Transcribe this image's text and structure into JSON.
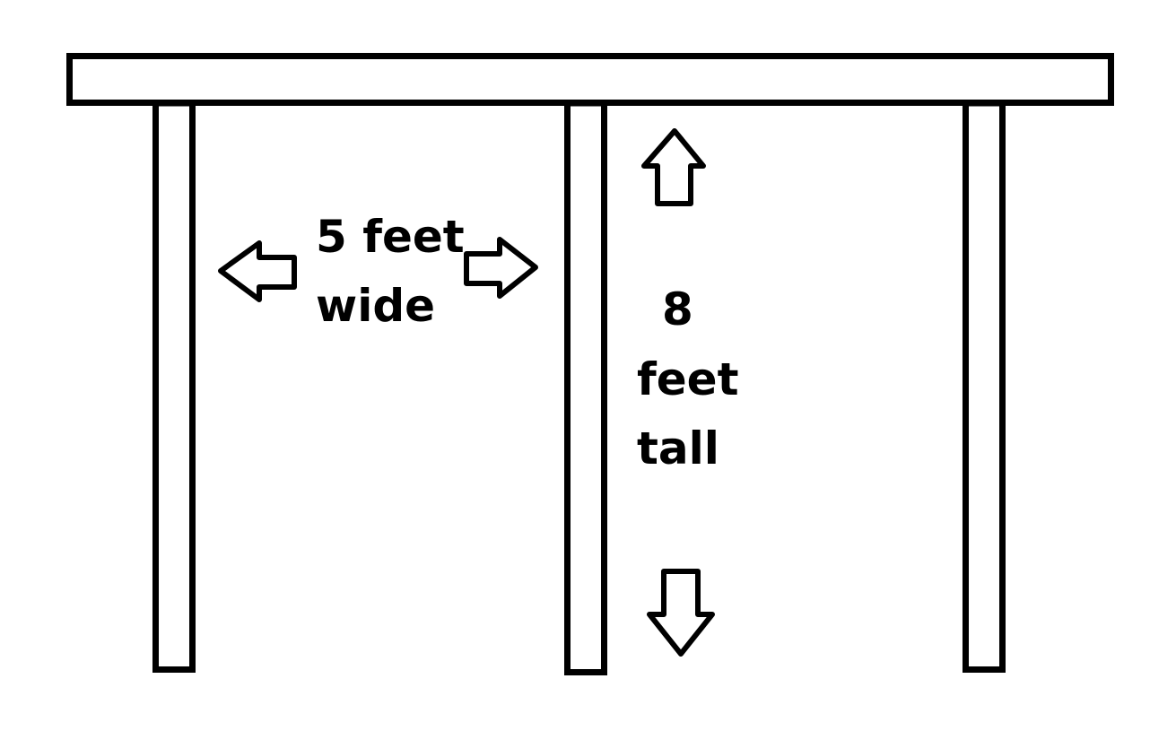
{
  "diagram": {
    "type": "structure-dimension-sketch",
    "colors": {
      "stroke": "#000000",
      "background": "#ffffff"
    },
    "components": {
      "beam": "top-beam",
      "posts": [
        "left-post",
        "middle-post",
        "right-post"
      ]
    },
    "width_label": {
      "line1": "5 feet",
      "line2": "wide"
    },
    "height_label": {
      "line1": "8",
      "line2": "feet",
      "line3": "tall"
    },
    "icons": {
      "width_arrows": [
        "arrow-left-icon",
        "arrow-right-icon"
      ],
      "height_arrows": [
        "arrow-up-icon",
        "arrow-down-icon"
      ]
    }
  }
}
